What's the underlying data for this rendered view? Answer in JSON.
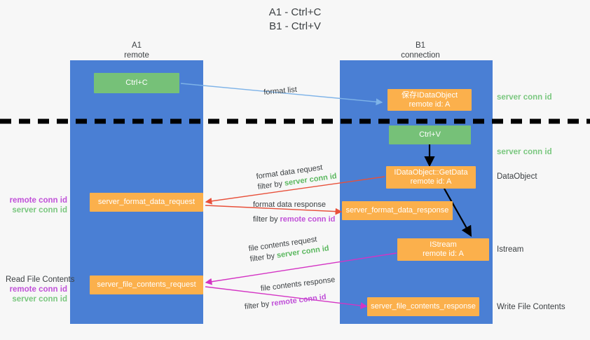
{
  "title": "A1 - Ctrl+C\nB1 - Ctrl+V",
  "columns": [
    {
      "name": "A1",
      "sub": "remote"
    },
    {
      "name": "B1",
      "sub": "connection"
    }
  ],
  "colors": {
    "lane": "#4a7fd4",
    "green_node": "#76c178",
    "orange_node": "#fbb04c",
    "server_conn_id": "#7ac77f",
    "remote_conn_id": "#c050d8",
    "blue_arrow": "#7eb3e8",
    "red_arrow": "#e8503a",
    "black_arrow": "#000000",
    "magenta_arrow": "#d434c4",
    "divider": "#000000",
    "background": "#f7f7f7"
  },
  "nodes": {
    "ctrl_c": "Ctrl+C",
    "ctrl_v": "Ctrl+V",
    "save_idataobject": "保存IDataObject\nremote id: A",
    "idataobject_getdata": "IDataObject::GetData\nremote id: A",
    "istream": "IStream\nremote id: A",
    "server_format_data_request": "server_format_data_request",
    "server_format_data_response": "server_format_data_response",
    "server_file_contents_request": "server_file_contents_request",
    "server_file_contents_response": "server_file_contents_response"
  },
  "right_labels": {
    "server_conn_id_1": "server conn id",
    "server_conn_id_2": "server conn id",
    "dataobject": "DataObject",
    "istream": "Istream",
    "write_file_contents": "Write File Contents"
  },
  "left_labels": {
    "conn_ids_1": {
      "remote": "remote conn id",
      "server": "server conn id"
    },
    "read_file_contents": "Read File Contents",
    "conn_ids_2": {
      "remote": "remote conn id",
      "server": "server conn id"
    }
  },
  "annotations": {
    "format_list": "format list",
    "format_data_request": "format data request",
    "format_data_request_filter_prefix": "filter by ",
    "format_data_request_filter_value": "server conn id",
    "format_data_response": "format data response",
    "format_data_response_filter_prefix": "filter by ",
    "format_data_response_filter_value": "remote conn id",
    "file_contents_request": "file contents request",
    "file_contents_request_filter_prefix": "filter by ",
    "file_contents_request_filter_value": "server conn id",
    "file_contents_response": "file contents response",
    "file_contents_response_filter_prefix": "filter by ",
    "file_contents_response_filter_value": "remote conn id"
  }
}
